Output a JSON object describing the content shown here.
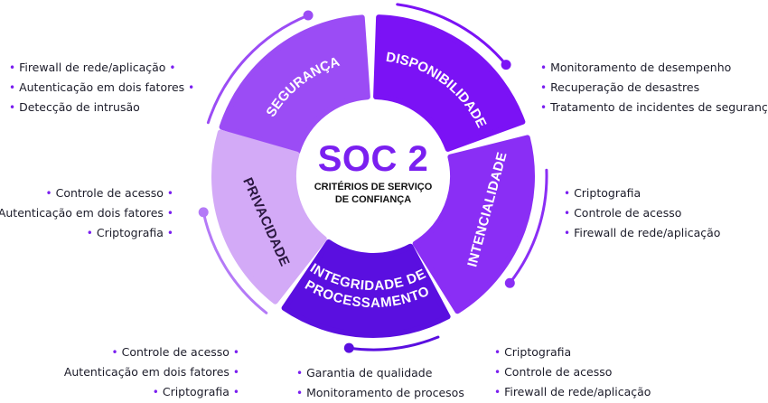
{
  "center": {
    "title": "SOC 2",
    "subtitle_line1": "CRITÉRIOS DE SERVIÇO",
    "subtitle_line2": "DE CONFIANÇA"
  },
  "segments": [
    {
      "label": "SEGURANÇA",
      "color": "#9b4cf5"
    },
    {
      "label": "DISPONIBILIDADE",
      "color": "#7b12f5"
    },
    {
      "label": "INTENCIALIDADE",
      "color": "#8a2ef5"
    },
    {
      "label": "INTEGRIDADE DE",
      "label2": "PROCESSAMENTO",
      "color": "#5a0fe0"
    },
    {
      "label": "PRIVACIDADE",
      "color": "#d3aaf7"
    }
  ],
  "lists": {
    "seguranca": [
      "Firewall de rede/aplicação",
      "Autenticação em dois fatores",
      "Detecção de intrusão"
    ],
    "disponibilidade": [
      "Monitoramento de desempenho",
      "Recuperação de desastres",
      "Tratamento de incidentes de segurança"
    ],
    "privacidade": [
      "Controle de acesso",
      "Autenticação em dois fatores",
      "Criptografia"
    ],
    "intencialidade": [
      "Criptografia",
      "Controle de acesso",
      "Firewall de rede/aplicação"
    ],
    "bottom_left": [
      "Controle de acesso",
      "Autenticação em dois fatores",
      "Criptografia"
    ],
    "integridade": [
      "Garantia de qualidade",
      "Monitoramento de procesos"
    ],
    "bottom_right": [
      "Criptografia",
      "Controle de acesso",
      "Firewall de rede/aplicação"
    ]
  },
  "bullet": "•",
  "colors": {
    "accent": "#7a1ff0",
    "text": "#1c1c2a"
  }
}
